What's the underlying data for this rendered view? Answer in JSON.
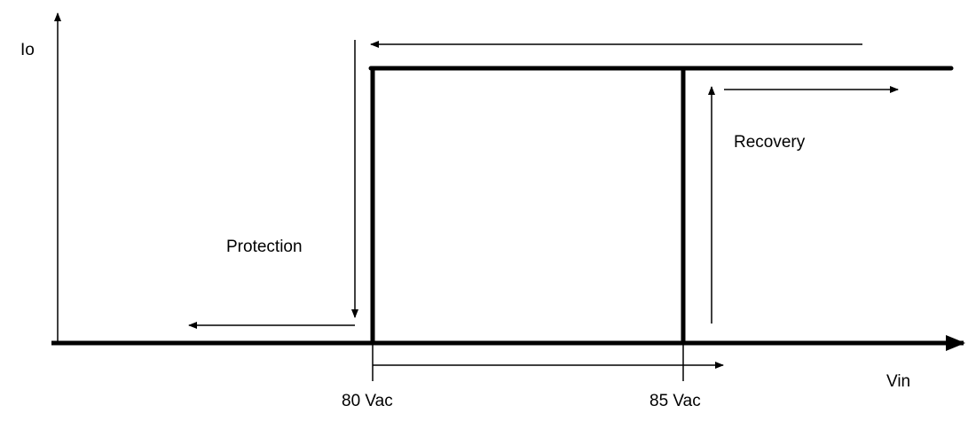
{
  "axes": {
    "y_label": "Io",
    "x_label": "Vin"
  },
  "annotations": {
    "protection": "Protection",
    "recovery": "Recovery"
  },
  "ticks": {
    "low": "80 Vac",
    "high": "85 Vac"
  },
  "colors": {
    "line": "#000000",
    "background": "#ffffff"
  }
}
